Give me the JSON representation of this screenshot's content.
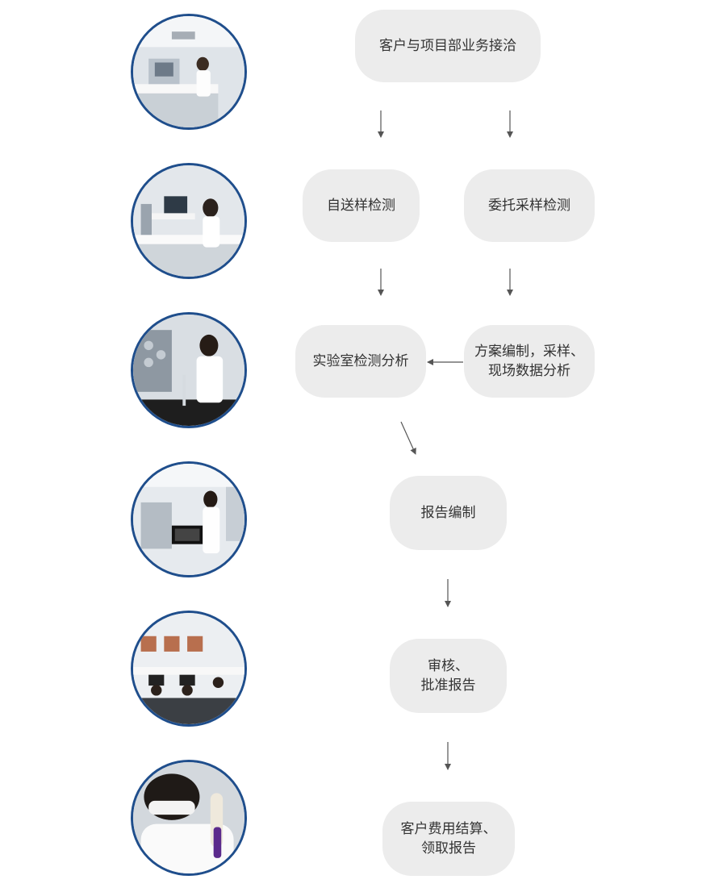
{
  "steps": {
    "consult": "客户与项目部业务接洽",
    "self_sample": "自送样检测",
    "entrust_sample": "委托采样检测",
    "lab_analysis": "实验室检测分析",
    "field_plan": "方案编制，采样、\n现场数据分析",
    "report_compile": "报告编制",
    "review": "审核、\n批准报告",
    "settle": "客户费用结算、\n领取报告"
  },
  "colors": {
    "node_fill": "#ececec",
    "photo_border": "#1f4e8c",
    "arrow": "#555555"
  }
}
